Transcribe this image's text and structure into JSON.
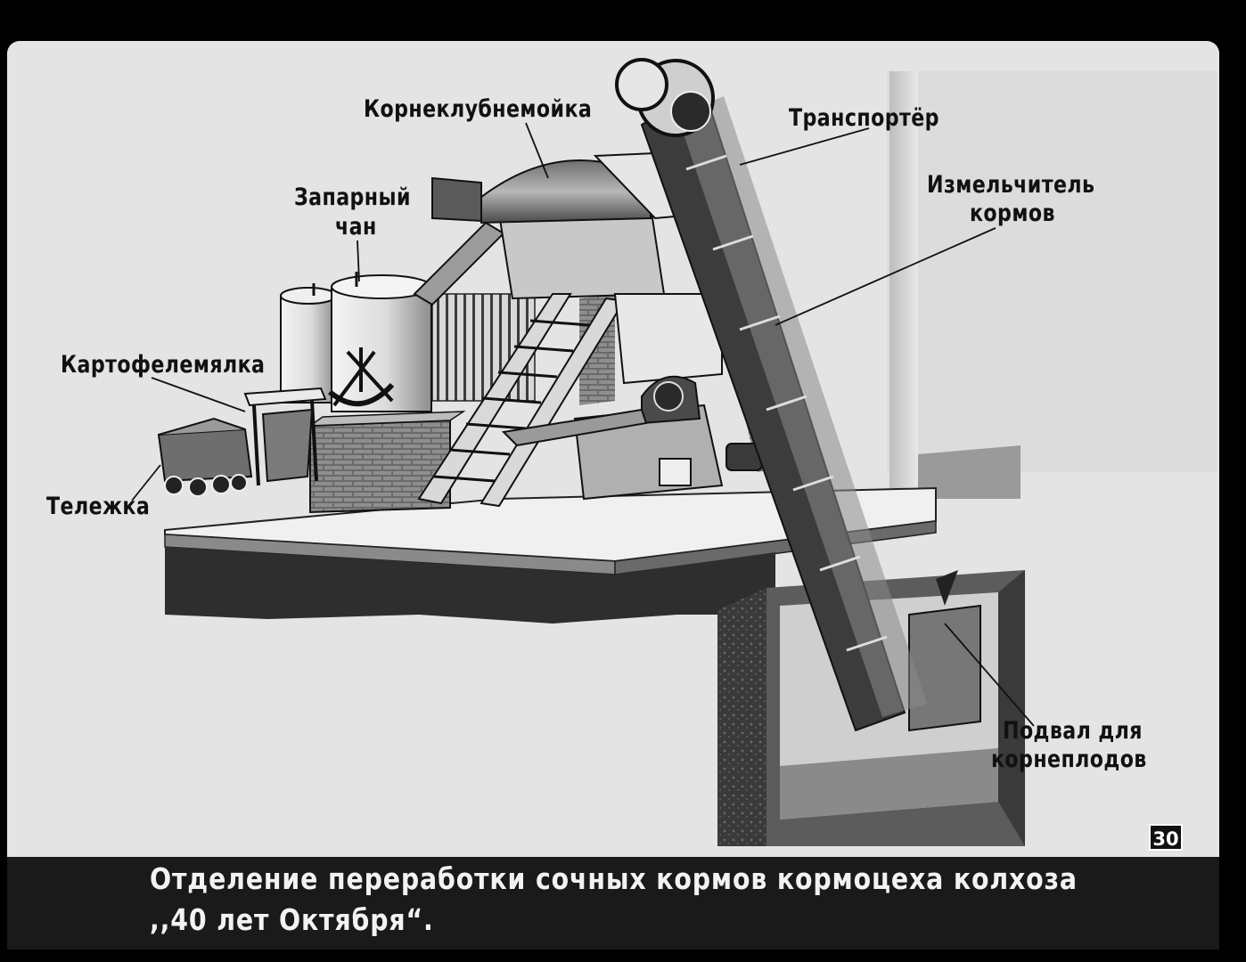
{
  "labels": {
    "washer": "Корнеклубнемойка",
    "conveyor": "Транспортёр",
    "steamer_line1": "Запарный",
    "steamer_line2": "чан",
    "crusher_line1": "Измельчитель",
    "crusher_line2": "кормов",
    "masher": "Картофелемялка",
    "cart": "Тележка",
    "cellar_line1": "Подвал для",
    "cellar_line2": "корнеплодов"
  },
  "caption": {
    "line1": "Отделение переработки сочных кормов кормоцеха колхоза",
    "line2": ",,40 лет Октября“."
  },
  "frame_number": "30",
  "colors": {
    "background": "#000000",
    "slide_paper": "#e6e6e6",
    "caption_band": "#1a1a1a",
    "ink": "#111111"
  }
}
